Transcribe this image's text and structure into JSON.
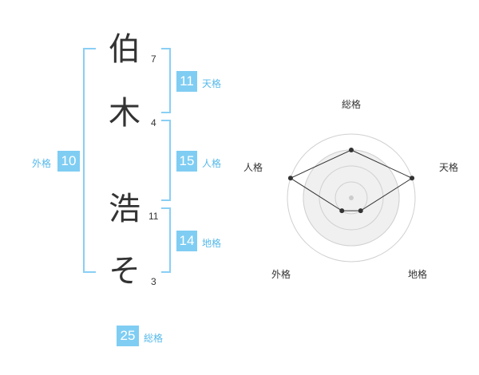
{
  "name_chars": [
    {
      "char": "伯",
      "strokes": "7"
    },
    {
      "char": "木",
      "strokes": "4"
    },
    {
      "char": "浩",
      "strokes": "11"
    },
    {
      "char": "そ",
      "strokes": "3"
    }
  ],
  "kakusu": {
    "tenkaku": {
      "value": "11",
      "label": "天格"
    },
    "jinkaku": {
      "value": "15",
      "label": "人格"
    },
    "chikaku": {
      "value": "14",
      "label": "地格"
    },
    "gaikaku": {
      "value": "10",
      "label": "外格"
    },
    "soukaku": {
      "value": "25",
      "label": "総格"
    }
  },
  "chart_data": {
    "type": "radar",
    "axes": [
      "総格",
      "天格",
      "地格",
      "外格",
      "人格"
    ],
    "values": [
      3,
      4,
      1,
      1,
      4
    ],
    "rmax": 4,
    "rings": 4
  }
}
